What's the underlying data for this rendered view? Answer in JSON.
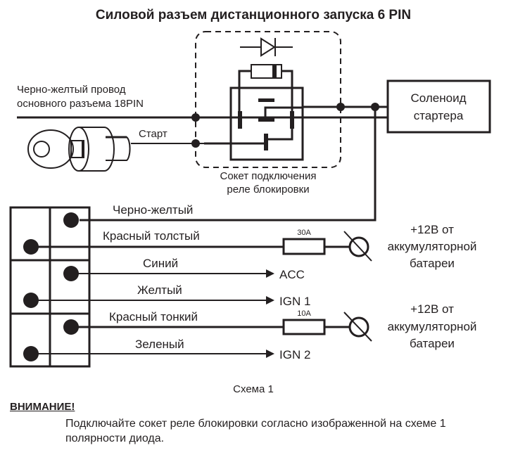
{
  "title": "Силовой разъем дистанционного запуска 6 PIN",
  "main_wire": {
    "label_line1": "Черно-желтый провод",
    "label_line2": "основного разъема 18PIN"
  },
  "ignition_switch": {
    "start_label": "Старт"
  },
  "relay_socket": {
    "caption_line1": "Сокет подключения",
    "caption_line2": "реле блокировки"
  },
  "solenoid": {
    "line1": "Соленоид",
    "line2": "стартера"
  },
  "connector": {
    "pins": [
      {
        "wire": "Черно-желтый",
        "destination": ""
      },
      {
        "wire": "Красный толстый",
        "destination": "",
        "fuse": "30A"
      },
      {
        "wire": "Синий",
        "destination": "ACC"
      },
      {
        "wire": "Желтый",
        "destination": "IGN 1"
      },
      {
        "wire": "Красный тонкий",
        "destination": "",
        "fuse": "10A"
      },
      {
        "wire": "Зеленый",
        "destination": "IGN 2"
      }
    ]
  },
  "battery_1": {
    "line1": "+12В от",
    "line2": "аккумуляторной",
    "line3": "батареи"
  },
  "battery_2": {
    "line1": "+12В от",
    "line2": "аккумуляторной",
    "line3": "батареи"
  },
  "caption": "Схема 1",
  "warning": {
    "heading": "ВНИМАНИЕ!",
    "text": "Подключайте сокет реле блокировки согласно изображенной на схеме 1 полярности диода."
  }
}
